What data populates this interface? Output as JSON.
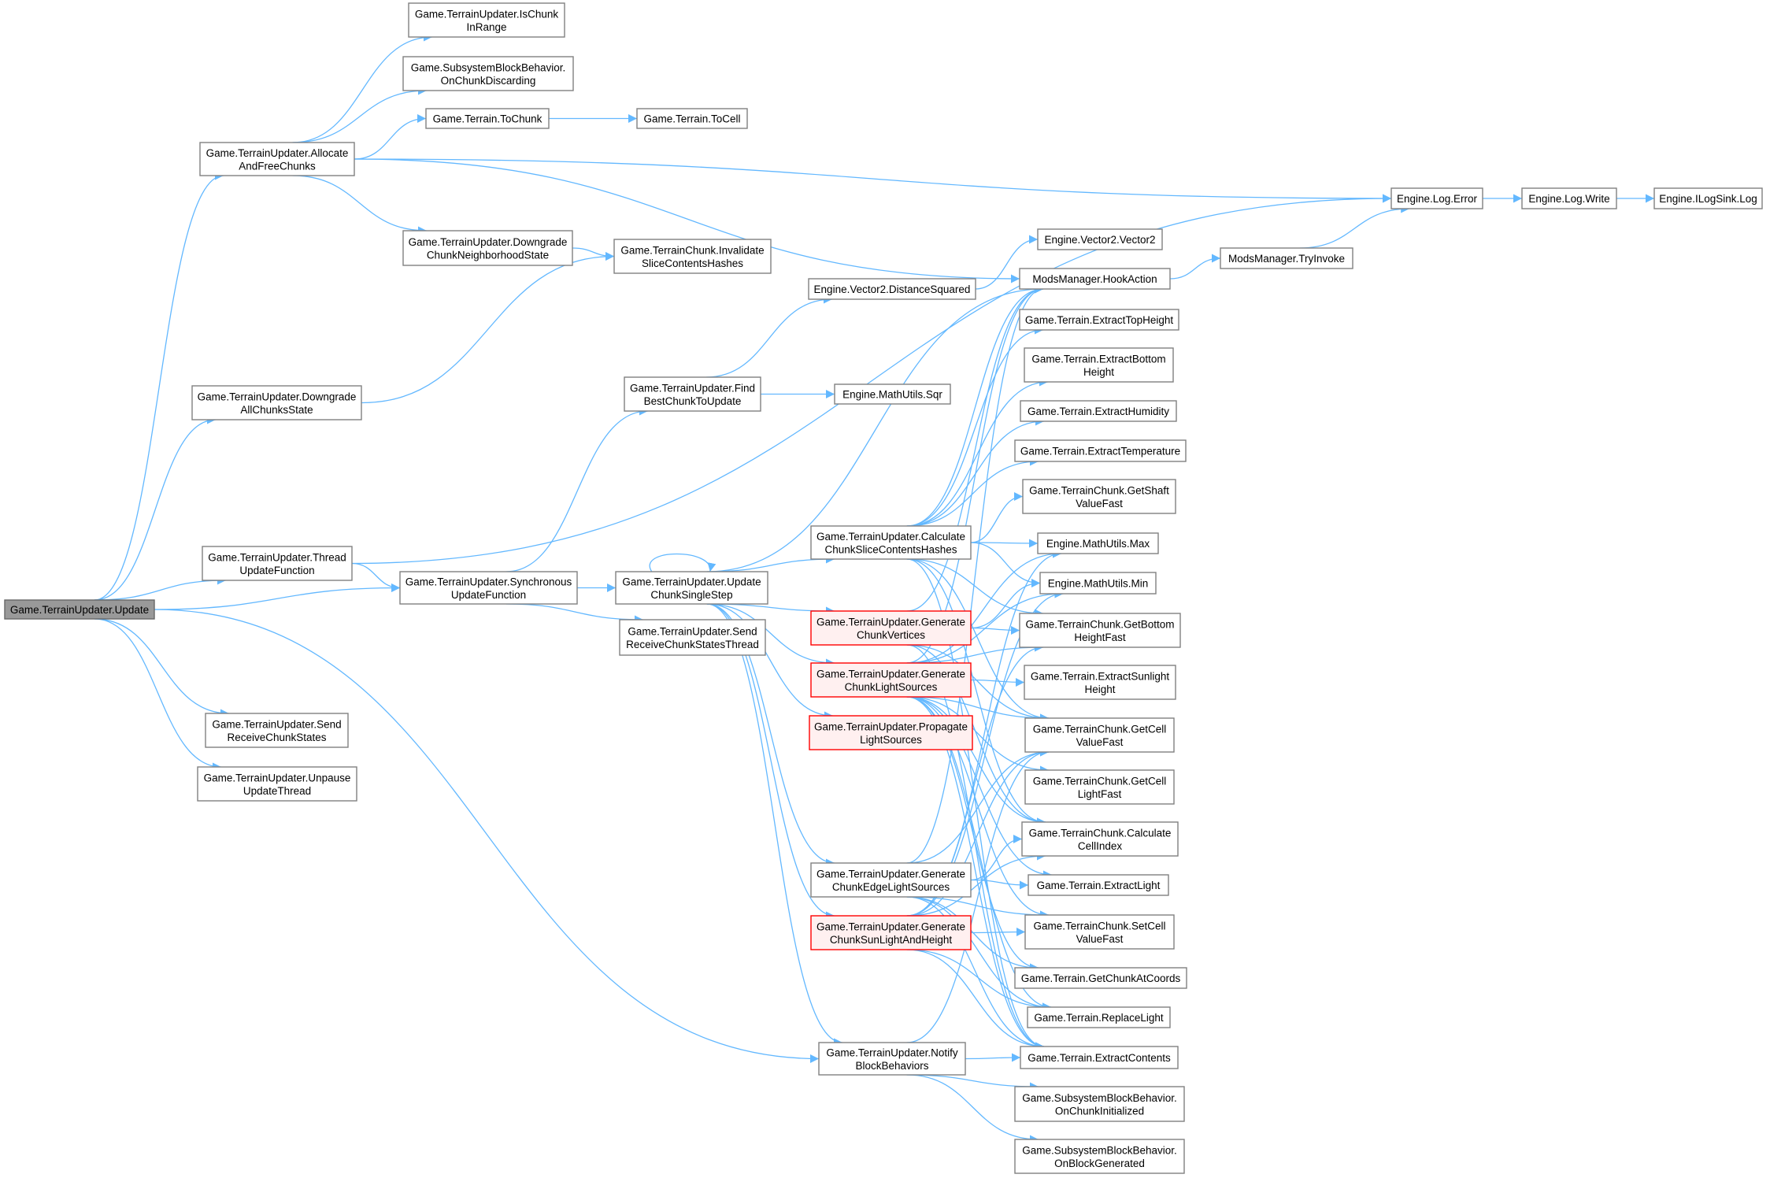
{
  "diagram": {
    "type": "call-graph",
    "root": "Game.TerrainUpdater.Update",
    "colors": {
      "edge": "#63b8ff",
      "node_border": "#808080",
      "node_fill": "#ffffff",
      "root_fill": "#999999",
      "root_border": "#666666",
      "highlight_fill": "#fff0f0",
      "highlight_border": "#ff0000"
    },
    "nodes": [
      {
        "id": "update",
        "lines": [
          "Game.TerrainUpdater.Update"
        ],
        "style": "root"
      },
      {
        "id": "allocate",
        "lines": [
          "Game.TerrainUpdater.Allocate",
          "AndFreeChunks"
        ],
        "style": "normal"
      },
      {
        "id": "downgradeAll",
        "lines": [
          "Game.TerrainUpdater.Downgrade",
          "AllChunksState"
        ],
        "style": "normal"
      },
      {
        "id": "threadUpdate",
        "lines": [
          "Game.TerrainUpdater.Thread",
          "UpdateFunction"
        ],
        "style": "normal"
      },
      {
        "id": "sendReceive",
        "lines": [
          "Game.TerrainUpdater.Send",
          "ReceiveChunkStates"
        ],
        "style": "normal"
      },
      {
        "id": "unpause",
        "lines": [
          "Game.TerrainUpdater.Unpause",
          "UpdateThread"
        ],
        "style": "normal"
      },
      {
        "id": "isChunkInRange",
        "lines": [
          "Game.TerrainUpdater.IsChunk",
          "InRange"
        ],
        "style": "normal"
      },
      {
        "id": "onChunkDiscarding",
        "lines": [
          "Game.SubsystemBlockBehavior.",
          "OnChunkDiscarding"
        ],
        "style": "normal"
      },
      {
        "id": "toChunk",
        "lines": [
          "Game.Terrain.ToChunk"
        ],
        "style": "normal"
      },
      {
        "id": "toCell",
        "lines": [
          "Game.Terrain.ToCell"
        ],
        "style": "normal"
      },
      {
        "id": "downgradeNeighborhood",
        "lines": [
          "Game.TerrainUpdater.Downgrade",
          "ChunkNeighborhoodState"
        ],
        "style": "normal"
      },
      {
        "id": "invalidate",
        "lines": [
          "Game.TerrainChunk.Invalidate",
          "SliceContentsHashes"
        ],
        "style": "normal"
      },
      {
        "id": "synchronous",
        "lines": [
          "Game.TerrainUpdater.Synchronous",
          "UpdateFunction"
        ],
        "style": "normal"
      },
      {
        "id": "findBest",
        "lines": [
          "Game.TerrainUpdater.Find",
          "BestChunkToUpdate"
        ],
        "style": "normal"
      },
      {
        "id": "singleStep",
        "lines": [
          "Game.TerrainUpdater.Update",
          "ChunkSingleStep"
        ],
        "style": "normal"
      },
      {
        "id": "sendThread",
        "lines": [
          "Game.TerrainUpdater.Send",
          "ReceiveChunkStatesThread"
        ],
        "style": "normal"
      },
      {
        "id": "distSq",
        "lines": [
          "Engine.Vector2.DistanceSquared"
        ],
        "style": "normal"
      },
      {
        "id": "vector2",
        "lines": [
          "Engine.Vector2.Vector2"
        ],
        "style": "normal"
      },
      {
        "id": "hookAction",
        "lines": [
          "ModsManager.HookAction"
        ],
        "style": "normal"
      },
      {
        "id": "sqr",
        "lines": [
          "Engine.MathUtils.Sqr"
        ],
        "style": "normal"
      },
      {
        "id": "extractTopHeight",
        "lines": [
          "Game.Terrain.ExtractTopHeight"
        ],
        "style": "normal"
      },
      {
        "id": "extractBottomHeight",
        "lines": [
          "Game.Terrain.ExtractBottom",
          "Height"
        ],
        "style": "normal"
      },
      {
        "id": "extractHumidity",
        "lines": [
          "Game.Terrain.ExtractHumidity"
        ],
        "style": "normal"
      },
      {
        "id": "extractTemperature",
        "lines": [
          "Game.Terrain.ExtractTemperature"
        ],
        "style": "normal"
      },
      {
        "id": "getShaft",
        "lines": [
          "Game.TerrainChunk.GetShaft",
          "ValueFast"
        ],
        "style": "normal"
      },
      {
        "id": "max",
        "lines": [
          "Engine.MathUtils.Max"
        ],
        "style": "normal"
      },
      {
        "id": "min",
        "lines": [
          "Engine.MathUtils.Min"
        ],
        "style": "normal"
      },
      {
        "id": "getBottomHeight",
        "lines": [
          "Game.TerrainChunk.GetBottom",
          "HeightFast"
        ],
        "style": "normal"
      },
      {
        "id": "extractSunlight",
        "lines": [
          "Game.Terrain.ExtractSunlight",
          "Height"
        ],
        "style": "normal"
      },
      {
        "id": "getCellValue",
        "lines": [
          "Game.TerrainChunk.GetCell",
          "ValueFast"
        ],
        "style": "normal"
      },
      {
        "id": "getCellLight",
        "lines": [
          "Game.TerrainChunk.GetCell",
          "LightFast"
        ],
        "style": "normal"
      },
      {
        "id": "calcCellIndex",
        "lines": [
          "Game.TerrainChunk.Calculate",
          "CellIndex"
        ],
        "style": "normal"
      },
      {
        "id": "extractLight",
        "lines": [
          "Game.Terrain.ExtractLight"
        ],
        "style": "normal"
      },
      {
        "id": "setCellValue",
        "lines": [
          "Game.TerrainChunk.SetCell",
          "ValueFast"
        ],
        "style": "normal"
      },
      {
        "id": "getChunkAtCoords",
        "lines": [
          "Game.Terrain.GetChunkAtCoords"
        ],
        "style": "normal"
      },
      {
        "id": "replaceLight",
        "lines": [
          "Game.Terrain.ReplaceLight"
        ],
        "style": "normal"
      },
      {
        "id": "extractContents",
        "lines": [
          "Game.Terrain.ExtractContents"
        ],
        "style": "normal"
      },
      {
        "id": "onChunkInitialized",
        "lines": [
          "Game.SubsystemBlockBehavior.",
          "OnChunkInitialized"
        ],
        "style": "normal"
      },
      {
        "id": "onBlockGenerated",
        "lines": [
          "Game.SubsystemBlockBehavior.",
          "OnBlockGenerated"
        ],
        "style": "normal"
      },
      {
        "id": "calcSlice",
        "lines": [
          "Game.TerrainUpdater.Calculate",
          "ChunkSliceContentsHashes"
        ],
        "style": "normal"
      },
      {
        "id": "genVertices",
        "lines": [
          "Game.TerrainUpdater.Generate",
          "ChunkVertices"
        ],
        "style": "highlight"
      },
      {
        "id": "genLightSources",
        "lines": [
          "Game.TerrainUpdater.Generate",
          "ChunkLightSources"
        ],
        "style": "highlight"
      },
      {
        "id": "propagate",
        "lines": [
          "Game.TerrainUpdater.Propagate",
          "LightSources"
        ],
        "style": "highlight"
      },
      {
        "id": "genEdge",
        "lines": [
          "Game.TerrainUpdater.Generate",
          "ChunkEdgeLightSources"
        ],
        "style": "normal"
      },
      {
        "id": "genSun",
        "lines": [
          "Game.TerrainUpdater.Generate",
          "ChunkSunLightAndHeight"
        ],
        "style": "highlight"
      },
      {
        "id": "notify",
        "lines": [
          "Game.TerrainUpdater.Notify",
          "BlockBehaviors"
        ],
        "style": "normal"
      },
      {
        "id": "tryInvoke",
        "lines": [
          "ModsManager.TryInvoke"
        ],
        "style": "normal"
      },
      {
        "id": "logError",
        "lines": [
          "Engine.Log.Error"
        ],
        "style": "normal"
      },
      {
        "id": "logWrite",
        "lines": [
          "Engine.Log.Write"
        ],
        "style": "normal"
      },
      {
        "id": "iLogSink",
        "lines": [
          "Engine.ILogSink.Log"
        ],
        "style": "normal"
      }
    ],
    "edges": [
      [
        "update",
        "allocate"
      ],
      [
        "update",
        "downgradeAll"
      ],
      [
        "update",
        "threadUpdate"
      ],
      [
        "update",
        "synchronous"
      ],
      [
        "update",
        "notify"
      ],
      [
        "update",
        "sendReceive"
      ],
      [
        "update",
        "unpause"
      ],
      [
        "allocate",
        "isChunkInRange"
      ],
      [
        "allocate",
        "onChunkDiscarding"
      ],
      [
        "allocate",
        "toChunk"
      ],
      [
        "allocate",
        "logError"
      ],
      [
        "allocate",
        "hookAction"
      ],
      [
        "allocate",
        "downgradeNeighborhood"
      ],
      [
        "toChunk",
        "toCell"
      ],
      [
        "downgradeNeighborhood",
        "invalidate"
      ],
      [
        "downgradeAll",
        "invalidate"
      ],
      [
        "threadUpdate",
        "logError"
      ],
      [
        "threadUpdate",
        "synchronous"
      ],
      [
        "synchronous",
        "findBest"
      ],
      [
        "synchronous",
        "singleStep"
      ],
      [
        "synchronous",
        "sendThread"
      ],
      [
        "findBest",
        "distSq"
      ],
      [
        "findBest",
        "sqr"
      ],
      [
        "distSq",
        "vector2"
      ],
      [
        "singleStep",
        "singleStep"
      ],
      [
        "singleStep",
        "hookAction"
      ],
      [
        "singleStep",
        "calcSlice"
      ],
      [
        "singleStep",
        "genVertices"
      ],
      [
        "singleStep",
        "genLightSources"
      ],
      [
        "singleStep",
        "propagate"
      ],
      [
        "singleStep",
        "genEdge"
      ],
      [
        "singleStep",
        "genSun"
      ],
      [
        "singleStep",
        "notify"
      ],
      [
        "hookAction",
        "tryInvoke"
      ],
      [
        "tryInvoke",
        "logError"
      ],
      [
        "logError",
        "logWrite"
      ],
      [
        "logWrite",
        "iLogSink"
      ],
      [
        "calcSlice",
        "hookAction"
      ],
      [
        "calcSlice",
        "extractTopHeight"
      ],
      [
        "calcSlice",
        "extractBottomHeight"
      ],
      [
        "calcSlice",
        "extractHumidity"
      ],
      [
        "calcSlice",
        "extractTemperature"
      ],
      [
        "calcSlice",
        "getShaft"
      ],
      [
        "calcSlice",
        "max"
      ],
      [
        "calcSlice",
        "min"
      ],
      [
        "calcSlice",
        "getBottomHeight"
      ],
      [
        "calcSlice",
        "getCellValue"
      ],
      [
        "calcSlice",
        "calcCellIndex"
      ],
      [
        "calcSlice",
        "extractContents"
      ],
      [
        "genVertices",
        "hookAction"
      ],
      [
        "genVertices",
        "min"
      ],
      [
        "genVertices",
        "getBottomHeight"
      ],
      [
        "genVertices",
        "getCellValue"
      ],
      [
        "genVertices",
        "calcCellIndex"
      ],
      [
        "genVertices",
        "extractContents"
      ],
      [
        "genLightSources",
        "hookAction"
      ],
      [
        "genLightSources",
        "max"
      ],
      [
        "genLightSources",
        "min"
      ],
      [
        "genLightSources",
        "getBottomHeight"
      ],
      [
        "genLightSources",
        "extractSunlight"
      ],
      [
        "genLightSources",
        "getCellValue"
      ],
      [
        "genLightSources",
        "getCellLight"
      ],
      [
        "genLightSources",
        "calcCellIndex"
      ],
      [
        "genLightSources",
        "extractLight"
      ],
      [
        "genLightSources",
        "setCellValue"
      ],
      [
        "genLightSources",
        "getChunkAtCoords"
      ],
      [
        "genLightSources",
        "replaceLight"
      ],
      [
        "genLightSources",
        "extractContents"
      ],
      [
        "genEdge",
        "hookAction"
      ],
      [
        "genEdge",
        "getCellValue"
      ],
      [
        "genEdge",
        "calcCellIndex"
      ],
      [
        "genEdge",
        "extractLight"
      ],
      [
        "genEdge",
        "setCellValue"
      ],
      [
        "genEdge",
        "getChunkAtCoords"
      ],
      [
        "genEdge",
        "replaceLight"
      ],
      [
        "genEdge",
        "extractContents"
      ],
      [
        "genSun",
        "max"
      ],
      [
        "genSun",
        "min"
      ],
      [
        "genSun",
        "getBottomHeight"
      ],
      [
        "genSun",
        "getCellValue"
      ],
      [
        "genSun",
        "calcCellIndex"
      ],
      [
        "genSun",
        "setCellValue"
      ],
      [
        "genSun",
        "replaceLight"
      ],
      [
        "genSun",
        "extractContents"
      ],
      [
        "notify",
        "getCellValue"
      ],
      [
        "notify",
        "extractContents"
      ],
      [
        "notify",
        "onChunkInitialized"
      ],
      [
        "notify",
        "onBlockGenerated"
      ]
    ]
  }
}
